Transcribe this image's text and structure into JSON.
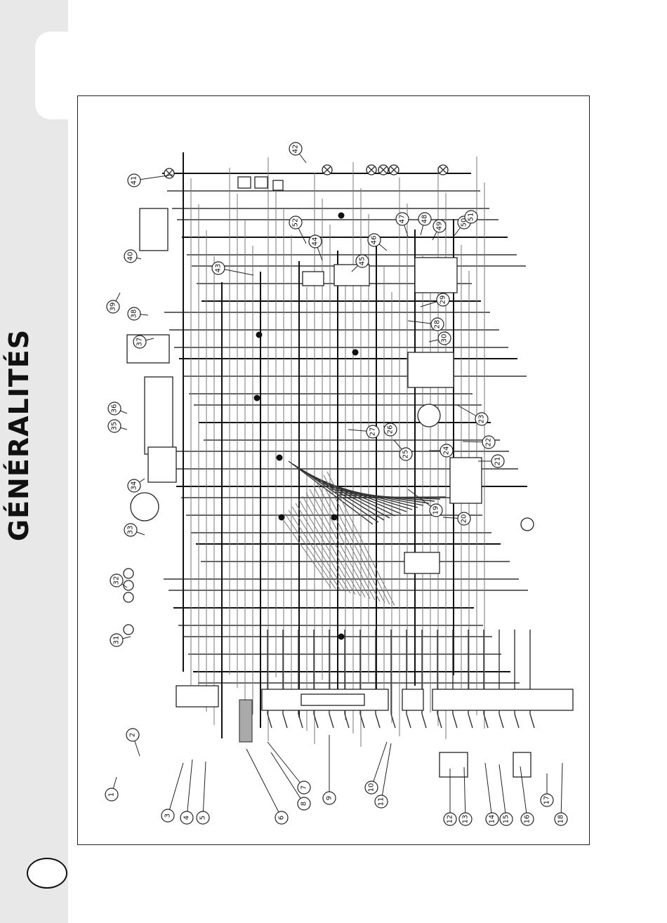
{
  "header": {
    "section_title": "GÉNÉRALITÉS"
  },
  "diagram": {
    "callouts": [
      "1",
      "2",
      "3",
      "4",
      "5",
      "6",
      "7",
      "8",
      "9",
      "10",
      "11",
      "12",
      "13",
      "14",
      "15",
      "16",
      "17",
      "18",
      "19",
      "20",
      "21",
      "22",
      "23",
      "24",
      "25",
      "26",
      "27",
      "28",
      "29",
      "30",
      "31",
      "32",
      "33",
      "34",
      "35",
      "36",
      "37",
      "38",
      "39",
      "40",
      "41",
      "42",
      "43",
      "44",
      "45",
      "46",
      "47",
      "48",
      "49",
      "50",
      "51",
      "52"
    ]
  }
}
